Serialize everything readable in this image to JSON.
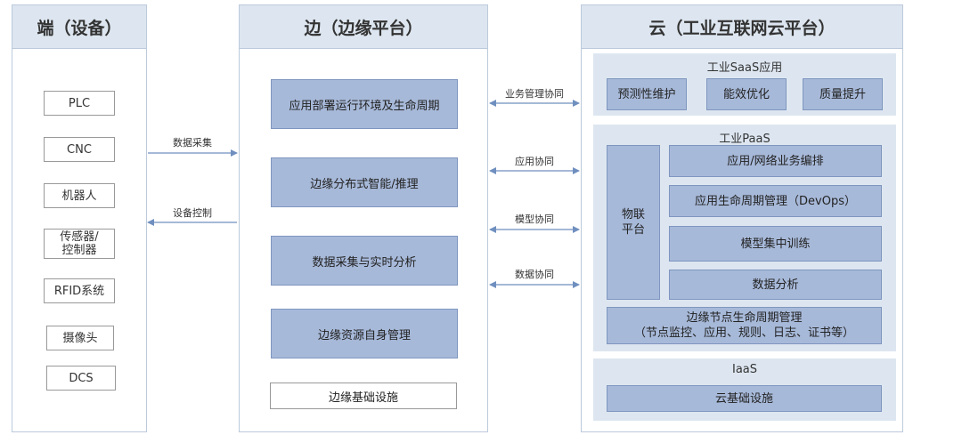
{
  "headers": {
    "device": "端（设备）",
    "edge": "边（边缘平台）",
    "cloud": "云（工业互联网云平台）"
  },
  "devices": [
    "PLC",
    "CNC",
    "机器人",
    "传感器/\n控制器",
    "RFID系统",
    "摄像头",
    "DCS"
  ],
  "edge": {
    "boxes": [
      "应用部署运行环境及生命周期",
      "边缘分布式智能/推理",
      "数据采集与实时分析",
      "边缘资源自身管理"
    ],
    "base": "边缘基础设施"
  },
  "connectors": {
    "device_edge": [
      "数据采集",
      "设备控制"
    ],
    "edge_cloud": [
      "业务管理协同",
      "应用协同",
      "模型协同",
      "数据协同"
    ]
  },
  "cloud": {
    "saas": {
      "title": "工业SaaS应用",
      "items": [
        "预测性维护",
        "能效优化",
        "质量提升"
      ]
    },
    "paas": {
      "title": "工业PaaS",
      "iot": "物联\n平台",
      "items": [
        "应用/网络业务编排",
        "应用生命周期管理（DevOps）",
        "模型集中训练",
        "数据分析"
      ],
      "edge_mgmt": "边缘节点生命周期管理\n（节点监控、应用、规则、日志、证书等）"
    },
    "iaas": {
      "title": "IaaS",
      "item": "云基础设施"
    }
  },
  "colors": {
    "header_bg": "#dde6f0",
    "box_fill": "#a7b9d9",
    "arrow": "#6f8fbf"
  }
}
